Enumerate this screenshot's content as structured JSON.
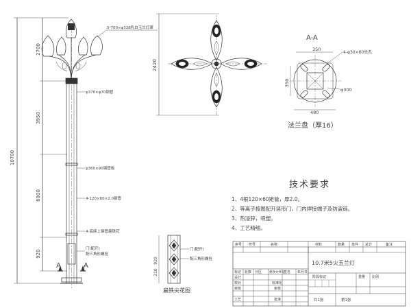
{
  "dims": {
    "total_height": "10700",
    "top_section": "2700",
    "mid_section": "3950",
    "lower_section": "6000",
    "base_section": "920",
    "lamp_width": "2420"
  },
  "callouts": {
    "lamp_heads": "5-700×φ338乳白玉兰灯罩",
    "upper_pipe": "φ370×φ70钢管",
    "mid_pipe": "φ360×90钢管板",
    "lower_pipe": "4-120×60×2.0钢管",
    "base_note": "4-底座上钢管扁铁花",
    "door": "门(配开)",
    "bolts": "配三角形螺栓",
    "door_detail": "门(配开)",
    "bolts_detail": "配三角形螺栓"
  },
  "section": {
    "label": "A-A",
    "dim_top": "350",
    "dim_side": "350",
    "holes": "4-φ30×60长孔",
    "dim_diag": "φ300",
    "dim_bottom": "480",
    "plate_title": "法兰盘（厚16）"
  },
  "section_marks": {
    "left": "A",
    "right": "A"
  },
  "detail": {
    "dim_920": "920",
    "dim_210": "210",
    "title": "扁铁尖花图"
  },
  "tech": {
    "title": "技术要求",
    "items": [
      "1、4根120×60矩管，厚2.0。",
      "2、等离子按图配开竖形门，门内焊接端子及防盗链。",
      "3、热浸锌，喷塑。",
      "4、工艺精细。"
    ]
  },
  "titleblock": {
    "headers": [
      "序号",
      "符号",
      "名称",
      "材料",
      "数量",
      "单件",
      "总计",
      "备注"
    ],
    "drawing_name": "10.7米5火玉兰灯",
    "rows": [
      [
        "标记",
        "处数",
        "分区",
        "更改文件号",
        "签名",
        "年月日"
      ],
      [
        "设计",
        "",
        "",
        "标准化"
      ],
      [
        "校对",
        "",
        "",
        "审核"
      ],
      [
        "审核",
        "",
        "",
        ""
      ],
      [
        "工艺",
        "",
        "",
        "批准"
      ]
    ],
    "stage": "阶段标记",
    "weight": "重量",
    "scale": "比例",
    "sheets": "共1张",
    "sheet": "第1张"
  }
}
